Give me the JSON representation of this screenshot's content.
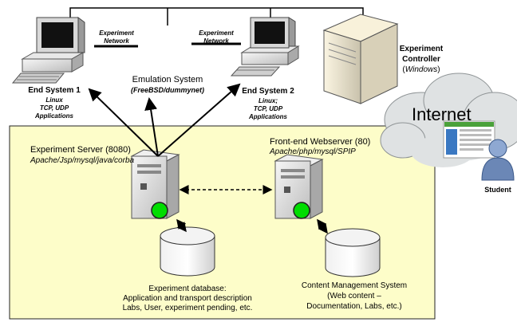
{
  "end_system_1": {
    "title": "End System 1",
    "detail_1": "Linux",
    "detail_2": "TCP, UDP",
    "detail_3": "Applications"
  },
  "end_system_2": {
    "title": "End System 2",
    "detail_1": "Linux;",
    "detail_2": "TCP, UDP",
    "detail_3": "Applications"
  },
  "network_label_1": {
    "line_1": "Experiment",
    "line_2": "Network"
  },
  "network_label_2": {
    "line_1": "Experiment",
    "line_2": "Network"
  },
  "emulation": {
    "title": "Emulation System",
    "detail": "(FreeBSD/dummynet)"
  },
  "controller": {
    "line_1": "Experiment",
    "line_2": "Controller",
    "detail": "Windows"
  },
  "internet": {
    "label": "Internet"
  },
  "student": {
    "label": "Student"
  },
  "experiment_server": {
    "title": "Experiment Server (8080)",
    "detail": "Apache/Jsp/mysql/java/corba"
  },
  "frontend_webserver": {
    "title": "Front-end Webserver (80)",
    "detail": "Apache/php/mysql/SPIP"
  },
  "experiment_db": {
    "line_1": "Experiment database:",
    "line_2": "Application and transport description",
    "line_3": "Labs, User, experiment pending, etc."
  },
  "cms": {
    "line_1": "Content Management System",
    "line_2": "(Web content –",
    "line_3": "Documentation, Labs, etc.)"
  },
  "colors": {
    "zone_fill": "#fdfdc9",
    "server_accent": "#00dd00",
    "cloud": "#dfe2e3",
    "student": "#6b87b6"
  },
  "icons": {
    "end_system": "desktop-computer-icon",
    "controller": "tower-server-icon",
    "server": "server-tower-icon",
    "database": "database-cylinder-icon",
    "student": "person-icon"
  }
}
